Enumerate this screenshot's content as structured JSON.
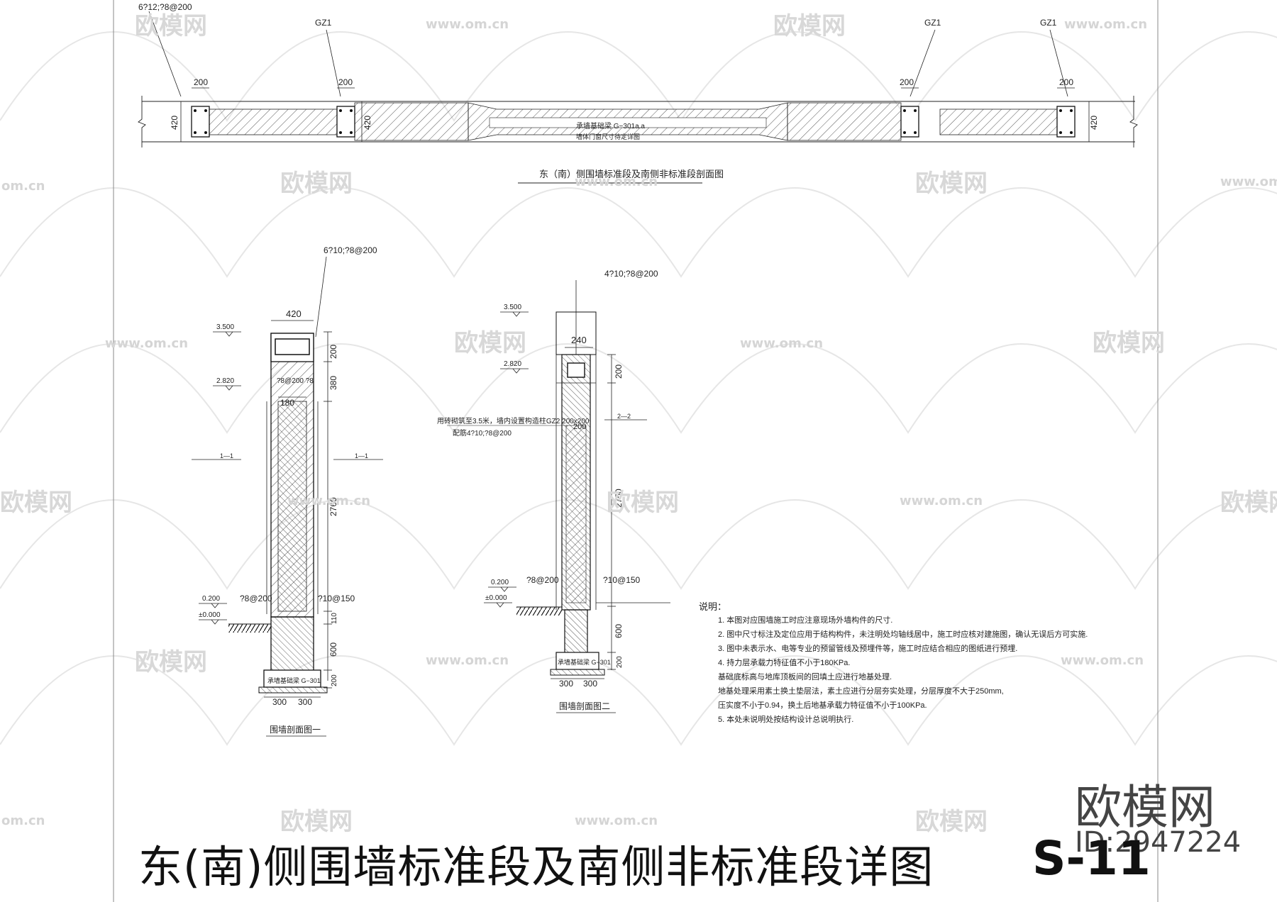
{
  "plan": {
    "rebar_left": "6?12;?8@200",
    "gz_labels": [
      "GZ1",
      "GZ1",
      "GZ1"
    ],
    "dims_200": [
      "200",
      "200",
      "200",
      "200"
    ],
    "dims_420": [
      "420",
      "420",
      "420"
    ],
    "beam_note_1": "承墙基础梁 G−301a.a",
    "beam_note_2": "墙体门窗尺寸待定详图",
    "caption": "东（南）侧围墙标准段及南侧非标准段剖面图",
    "watermark_url": "www.om.cn"
  },
  "section1": {
    "rebar_top": "6?10;?8@200",
    "width_top": "420",
    "elev_top": "3.500",
    "elev_2": "2.820",
    "elev_3": "0.200",
    "elev_4": "±0.000",
    "dims_right": [
      "200",
      "380",
      "2760",
      "110",
      "600",
      "200"
    ],
    "dim_180": "180",
    "mark_left": "?8@200",
    "mark_right": "?10@150",
    "beam_label": "承墙基础梁 G−301",
    "dims_bottom": [
      "300",
      "300"
    ],
    "cut_left": "1—1",
    "cut_right": "1—1",
    "caption": "围墙剖面图一"
  },
  "section2": {
    "rebar_top": "4?10;?8@200",
    "width_top": "240",
    "elev_top": "3.500",
    "elev_2": "2.820",
    "elev_3": "0.200",
    "elev_4": "±0.000",
    "note_1": "用砖砌筑至3.5米，墙内设置构造柱GZ2 200x200",
    "note_2": "配筋4?10;?8@200",
    "dims_right": [
      "200",
      "2750",
      "600",
      "200"
    ],
    "dim_inner": "200",
    "mark_left": "?8@200",
    "mark_right": "?10@150",
    "beam_label": "承墙基础梁 G−301",
    "dims_bottom": [
      "300",
      "300"
    ],
    "cut": "2—2",
    "caption": "围墙剖面图二"
  },
  "notes": {
    "heading": "说明：",
    "items": [
      "1. 本图对应围墙施工时应注意现场外墙构件的尺寸.",
      "2. 图中尺寸标注及定位应用于结构构件，未注明处均轴线居中，施工时应核对建施图，确认无误后方可实施.",
      "3. 图中未表示水、电等专业的预留管线及预埋件等，施工时应结合相应的图纸进行预埋.",
      "4. 持力层承载力特征值不小于180KPa.",
      "   基础底标高与地库顶板间的回填土应进行地基处理.",
      "   地基处理采用素土换土垫层法，素土应进行分层夯实处理，分层厚度不大于250mm,",
      "   压实度不小于0.94，换土后地基承载力特征值不小于100KPa.",
      "5. 本处未说明处按结构设计总说明执行."
    ]
  },
  "footer": {
    "title": "东(南)侧围墙标准段及南侧非标准段详图",
    "sheet_no": "S-11",
    "brand": "欧模网",
    "brand_id": "ID:2947224"
  },
  "watermark": {
    "logo_text": "欧模网",
    "url": "www.om.cn",
    "url_short": "om.cn"
  }
}
